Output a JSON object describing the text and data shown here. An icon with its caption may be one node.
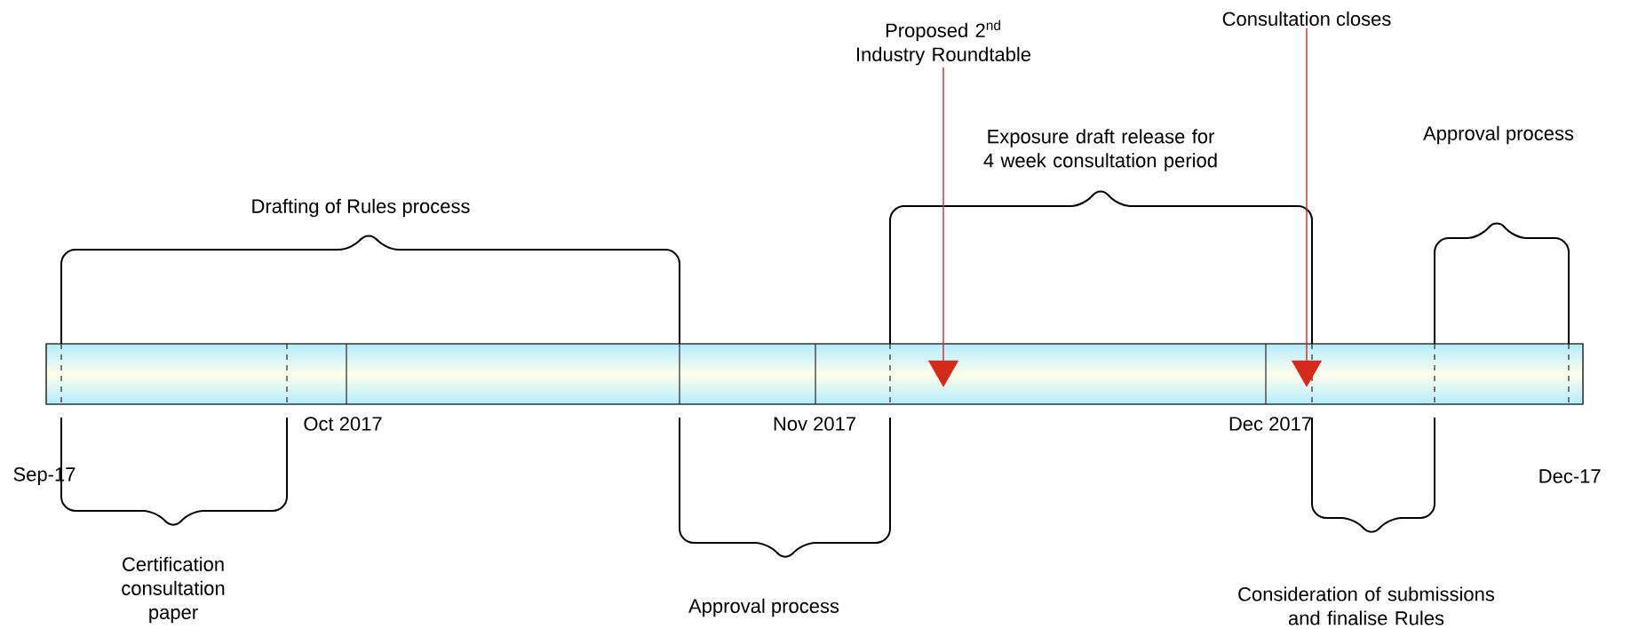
{
  "diagram": {
    "nodes": [
      {
        "text": [
          "Proposed 2$^{nd}$ Industry Roundtable"
        ]
      },
      {
        "text": [
          "Consultation closes"
        ]
      },
      {
        "text": [],
        "shape": "bar"
      }
    ],
    "edges": [
      {
        "from": 0,
        "to": 2,
        "arrow": "to"
      },
      {
        "from": 1,
        "to": 2,
        "arrow": "to"
      }
    ],
    "labels": [
      "Exposure draft release for 4 week consultation period",
      "Drafting of Rules process",
      "Approval process",
      "Oct 2017",
      "Nov 2017",
      "Dec 2017",
      "Sep-17",
      "Dec-17",
      "Certification consultation paper",
      "Approval process",
      "Consideration of submissions and finalise Rules"
    ]
  }
}
